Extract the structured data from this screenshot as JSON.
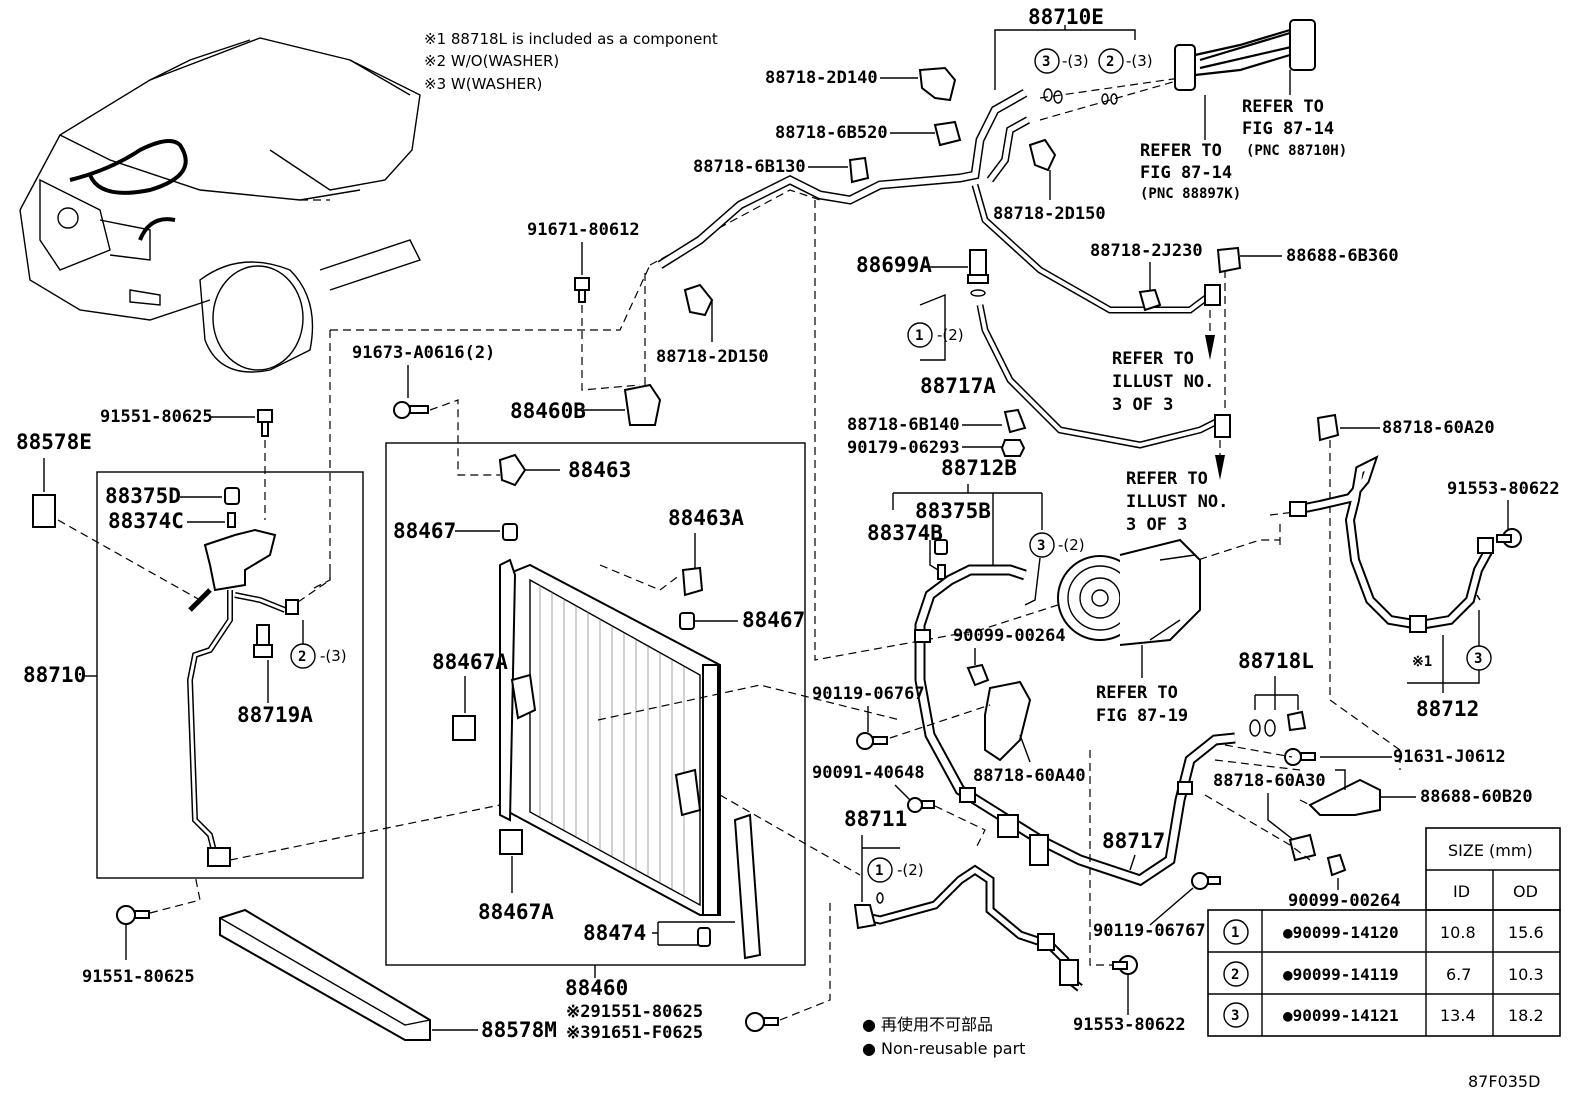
{
  "notes": {
    "note1": "※1 88718L is included as a component",
    "note2": "※2 W/O(WASHER)",
    "note3": "※3 W(WASHER)"
  },
  "labels": {
    "p88710E": "88710E",
    "p88718_2D140": "88718-2D140",
    "p88718_6B520": "88718-6B520",
    "p88718_6B130": "88718-6B130",
    "p88718_2D150a": "88718-2D150",
    "p88718_2D150b": "88718-2D150",
    "p91671_80612": "91671-80612",
    "p88699A": "88699A",
    "p88718_2J230": "88718-2J230",
    "p88688_6B360": "88688-6B360",
    "p91673_A0616": "91673-A0616(2)",
    "p88460B": "88460B",
    "p88717A": "88717A",
    "p91551_80625a": "91551-80625",
    "p91551_80625b": "91551-80625",
    "p88578E": "88578E",
    "p88375D": "88375D",
    "p88374C": "88374C",
    "p88710": "88710",
    "p88719A": "88719A",
    "p88463": "88463",
    "p88467a": "88467",
    "p88467b": "88467",
    "p88463A": "88463A",
    "p88467A_a": "88467A",
    "p88467A_b": "88467A",
    "p88474": "88474",
    "p88460": "88460",
    "p88578M": "88578M",
    "p88718_6B140": "88718-6B140",
    "p90179_06293": "90179-06293",
    "p88712B": "88712B",
    "p88375B": "88375B",
    "p88374B": "88374B",
    "p88718_60A20": "88718-60A20",
    "p91553_80622a": "91553-80622",
    "p91553_80622b": "91553-80622",
    "p90099_00264a": "90099-00264",
    "p90099_00264b": "90099-00264",
    "p90119_06767a": "90119-06767",
    "p90119_06767b": "90119-06767",
    "p90091_40648": "90091-40648",
    "p88718_60A40": "88718-60A40",
    "p88711": "88711",
    "p88717": "88717",
    "p88718L": "88718L",
    "p88712": "88712",
    "p91631_J0612": "91631-J0612",
    "p88718_60A30": "88718-60A30",
    "p88688_60B20": "88688-60B20",
    "note_x1": "※1"
  },
  "refer": {
    "r1_a": "REFER TO",
    "r1_b": "FIG 87-14",
    "r1_c": "(PNC 88710H)",
    "r2_a": "REFER TO",
    "r2_b": "FIG 87-14",
    "r2_c": "(PNC 88897K)",
    "r3_a": "REFER TO",
    "r3_b": "ILLUST NO.",
    "r3_c": "3 OF 3",
    "r4_a": "REFER TO",
    "r4_b": "ILLUST NO.",
    "r4_c": "3 OF 3",
    "r5_a": "REFER TO",
    "r5_b": "FIG 87-19"
  },
  "callouts": {
    "c3_3": "3",
    "c3_3_txt": "-(3)",
    "c2_3": "2",
    "c2_3_txt": "-(3)",
    "c1_2a": "1",
    "c1_2a_txt": "-(2)",
    "c2_3b": "2",
    "c2_3b_txt": "-(3)",
    "c3_2": "3",
    "c3_2_txt": "-(2)",
    "c1_2b": "1",
    "c1_2b_txt": "-(2)",
    "c3": "3"
  },
  "washer_notes": {
    "w2": "※291551-80625",
    "w3": "※391651-F0625"
  },
  "legend": {
    "l1": "● 再使用不可部品",
    "l2": "● Non-reusable part"
  },
  "size_table": {
    "title": "SIZE (mm)",
    "col_id": "ID",
    "col_od": "OD",
    "rows": [
      {
        "num": "1",
        "part": "●90099-14120",
        "id": "10.8",
        "od": "15.6"
      },
      {
        "num": "2",
        "part": "●90099-14119",
        "id": "6.7",
        "od": "10.3"
      },
      {
        "num": "3",
        "part": "●90099-14121",
        "id": "13.4",
        "od": "18.2"
      }
    ]
  },
  "figure_code": "87F035D"
}
